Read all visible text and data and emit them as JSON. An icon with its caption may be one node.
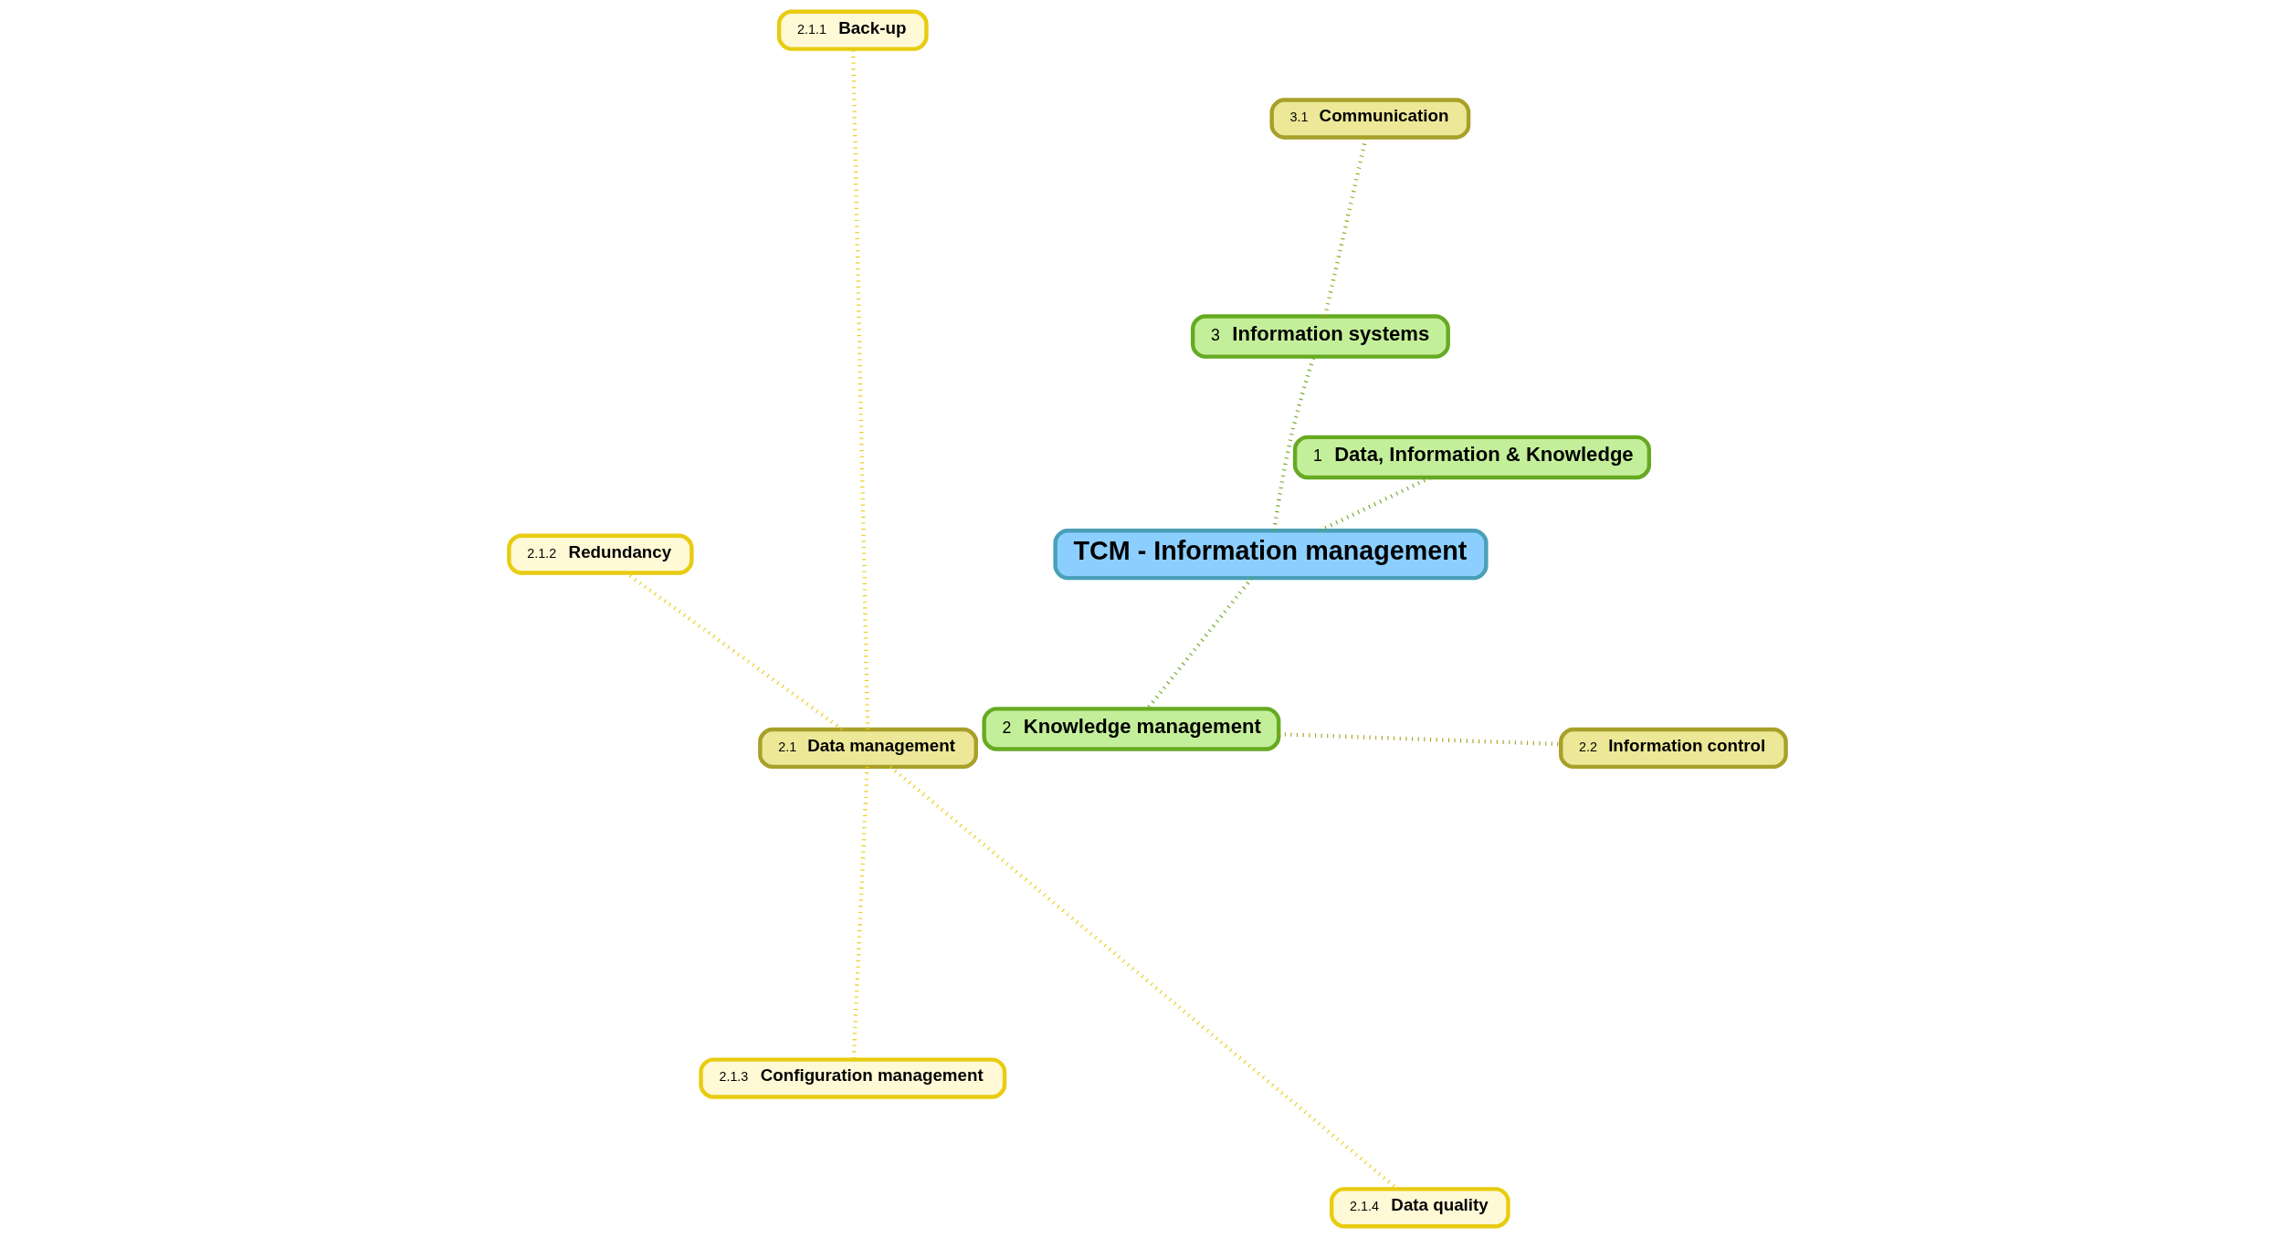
{
  "diagram": {
    "nodes": [
      {
        "text": [
          "TCM - Information management"
        ]
      },
      {
        "text": [
          "1",
          "Data, Information & Knowledge"
        ]
      },
      {
        "text": [
          "3",
          "Information systems"
        ]
      },
      {
        "text": [
          "3.1",
          "Communication"
        ]
      },
      {
        "text": [
          "2.1.1",
          "Back-up"
        ]
      },
      {
        "text": [
          "2.1.2",
          "Redundancy"
        ]
      },
      {
        "text": [
          "2.1",
          "Data management"
        ]
      },
      {
        "text": [
          "2.1.3",
          "Configuration management"
        ]
      },
      {
        "text": [
          "2",
          "Knowledge management"
        ]
      },
      {
        "text": [
          "2.1.4",
          "Data quality"
        ]
      },
      {
        "text": [
          "2.2",
          "Information control"
        ]
      }
    ],
    "edges": [
      {
        "from": 0,
        "to": 1,
        "arrow": "none",
        "color": "#6aa820"
      },
      {
        "from": 0,
        "to": 8,
        "arrow": "none",
        "color": "#6aa820"
      },
      {
        "from": 0,
        "to": 2,
        "arrow": "none",
        "color": "#6aa820"
      },
      {
        "from": 8,
        "to": 6,
        "arrow": "none",
        "color": "#a4a020"
      },
      {
        "from": 8,
        "to": 10,
        "arrow": "none",
        "color": "#a4a020"
      },
      {
        "from": 2,
        "to": 3,
        "arrow": "none",
        "color": "#a4a020"
      },
      {
        "from": 6,
        "to": 4,
        "arrow": "none"
      },
      {
        "from": 6,
        "to": 5,
        "arrow": "none"
      },
      {
        "from": 6,
        "to": 7,
        "arrow": "none"
      },
      {
        "from": 6,
        "to": 9,
        "arrow": "none"
      }
    ]
  }
}
